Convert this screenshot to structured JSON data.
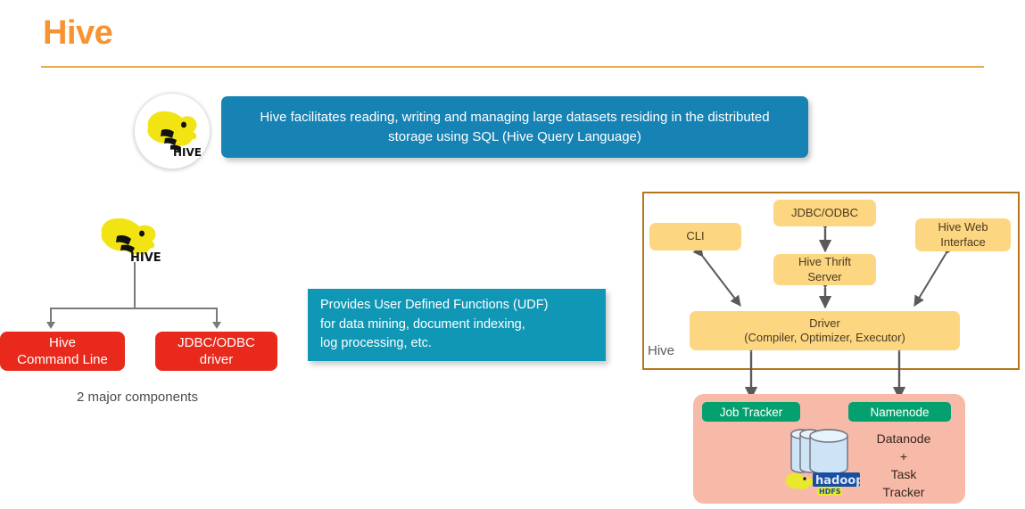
{
  "slide": {
    "title": "Hive",
    "title_color": "#F79331",
    "rule_color": "#E8AB4A"
  },
  "banner": {
    "icon": "hive-bee-logo",
    "text": "Hive facilitates reading, writing and managing large datasets residing in the distributed storage using SQL (Hive Query Language)",
    "bg_color": "#1683B4",
    "text_color": "#FFFFFF"
  },
  "components_tree": {
    "icon": "hive-bee-logo",
    "nodes": [
      {
        "label": "Hive\nCommand Line",
        "line1": "Hive",
        "line2": "Command Line"
      },
      {
        "label": "JDBC/ODBC\ndriver",
        "line1": "JDBC/ODBC",
        "line2": "driver"
      }
    ],
    "caption": "2 major components",
    "box_color": "#E8291C"
  },
  "udf_box": {
    "text": "Provides User Defined Functions (UDF) for data mining, document indexing, log processing, etc.",
    "line1": "Provides User Defined Functions (UDF)",
    "line2": "for data mining, document indexing,",
    "line3": "log processing, etc.",
    "bg_color": "#1097B5",
    "text_color": "#FFFFFF"
  },
  "architecture": {
    "group_label": "Hive",
    "border_color": "#B5761C",
    "node_color": "#FCD681",
    "nodes": {
      "cli": "CLI",
      "jdbc_odbc": "JDBC/ODBC",
      "thrift_line1": "Hive Thrift",
      "thrift_line2": "Server",
      "webui_line1": "Hive Web",
      "webui_line2": "Interface",
      "driver_line1": "Driver",
      "driver_line2": "(Compiler, Optimizer, Executor)"
    }
  },
  "hadoop_panel": {
    "bg_color": "#F8BAA8",
    "job_tracker": "Job Tracker",
    "namenode": "Namenode",
    "badge_color": "#05A070",
    "datanode_line1": "Datanode",
    "datanode_line2": "+",
    "datanode_line3": "Task",
    "datanode_line4": "Tracker",
    "logo": "hadoop-hdfs-logo",
    "storage_icon": "database-cylinders-icon"
  }
}
